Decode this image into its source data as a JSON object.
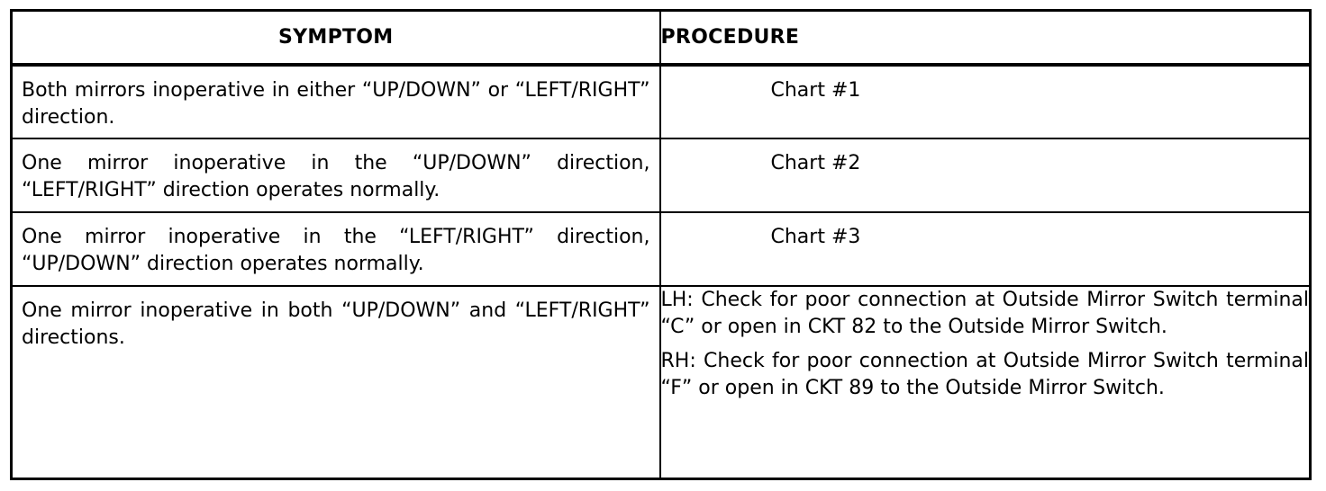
{
  "table": {
    "headers": {
      "symptom": "SYMPTOM",
      "procedure": "PROCEDURE"
    },
    "rows": [
      {
        "symptom": "Both mirrors inoperative in either “UP/DOWN” or “LEFT/RIGHT” direction.",
        "procedure": "Chart #1"
      },
      {
        "symptom": "One mirror inoperative in the “UP/DOWN”  direction, “LEFT/RIGHT” direction operates normally.",
        "procedure": "Chart #2"
      },
      {
        "symptom": "One mirror inoperative in the “LEFT/RIGHT”  direction, “UP/DOWN” direction operates normally.",
        "procedure": "Chart #3"
      },
      {
        "symptom": "One mirror inoperative in both “UP/DOWN” and “LEFT/RIGHT” directions.",
        "procedure_lh": "LH: Check for poor connection at Outside Mirror Switch terminal “C” or open in CKT 82 to the Outside Mirror Switch.",
        "procedure_rh": "RH: Check for poor connection at Outside Mirror Switch terminal “F” or open in CKT 89 to the Outside Mirror Switch."
      }
    ]
  }
}
